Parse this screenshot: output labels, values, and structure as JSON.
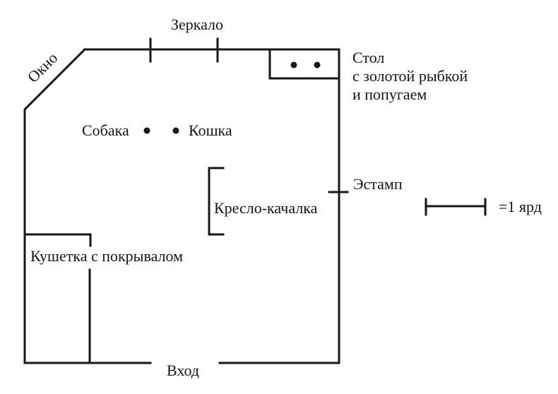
{
  "colors": {
    "ink": "#161616",
    "background": "#ffffff"
  },
  "labels": {
    "window": "Окно",
    "mirror": "Зеркало",
    "table": {
      "line1": "Стол",
      "line2": "с золотой рыбкой",
      "line3": "и попугаем"
    },
    "dog": "Собака",
    "cat": "Кошка",
    "rocking_chair": "Кресло-качалка",
    "print": "Эстамп",
    "couch": "Кушетка с покрывалом",
    "entrance": "Вход",
    "scale_legend": "=1 ярд"
  }
}
